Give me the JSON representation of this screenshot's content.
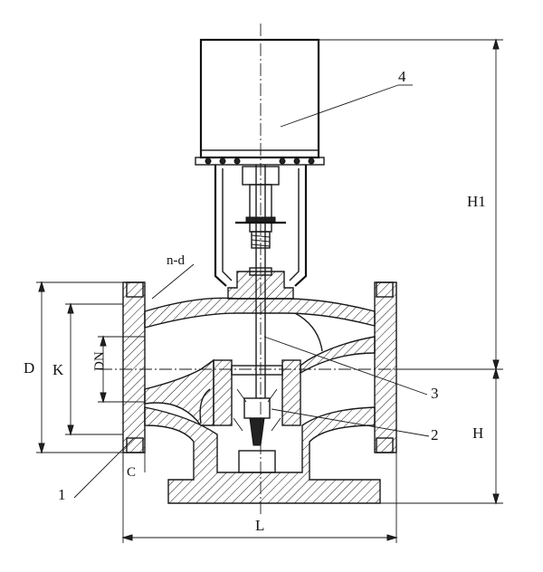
{
  "labels": {
    "part_4": "4",
    "part_3": "3",
    "part_2": "2",
    "part_1": "1",
    "holes": "n-d",
    "dim_D": "D",
    "dim_K": "K",
    "dim_DN": "DN",
    "dim_C": "C",
    "dim_L": "L",
    "dim_H": "H",
    "dim_H1": "H1"
  }
}
